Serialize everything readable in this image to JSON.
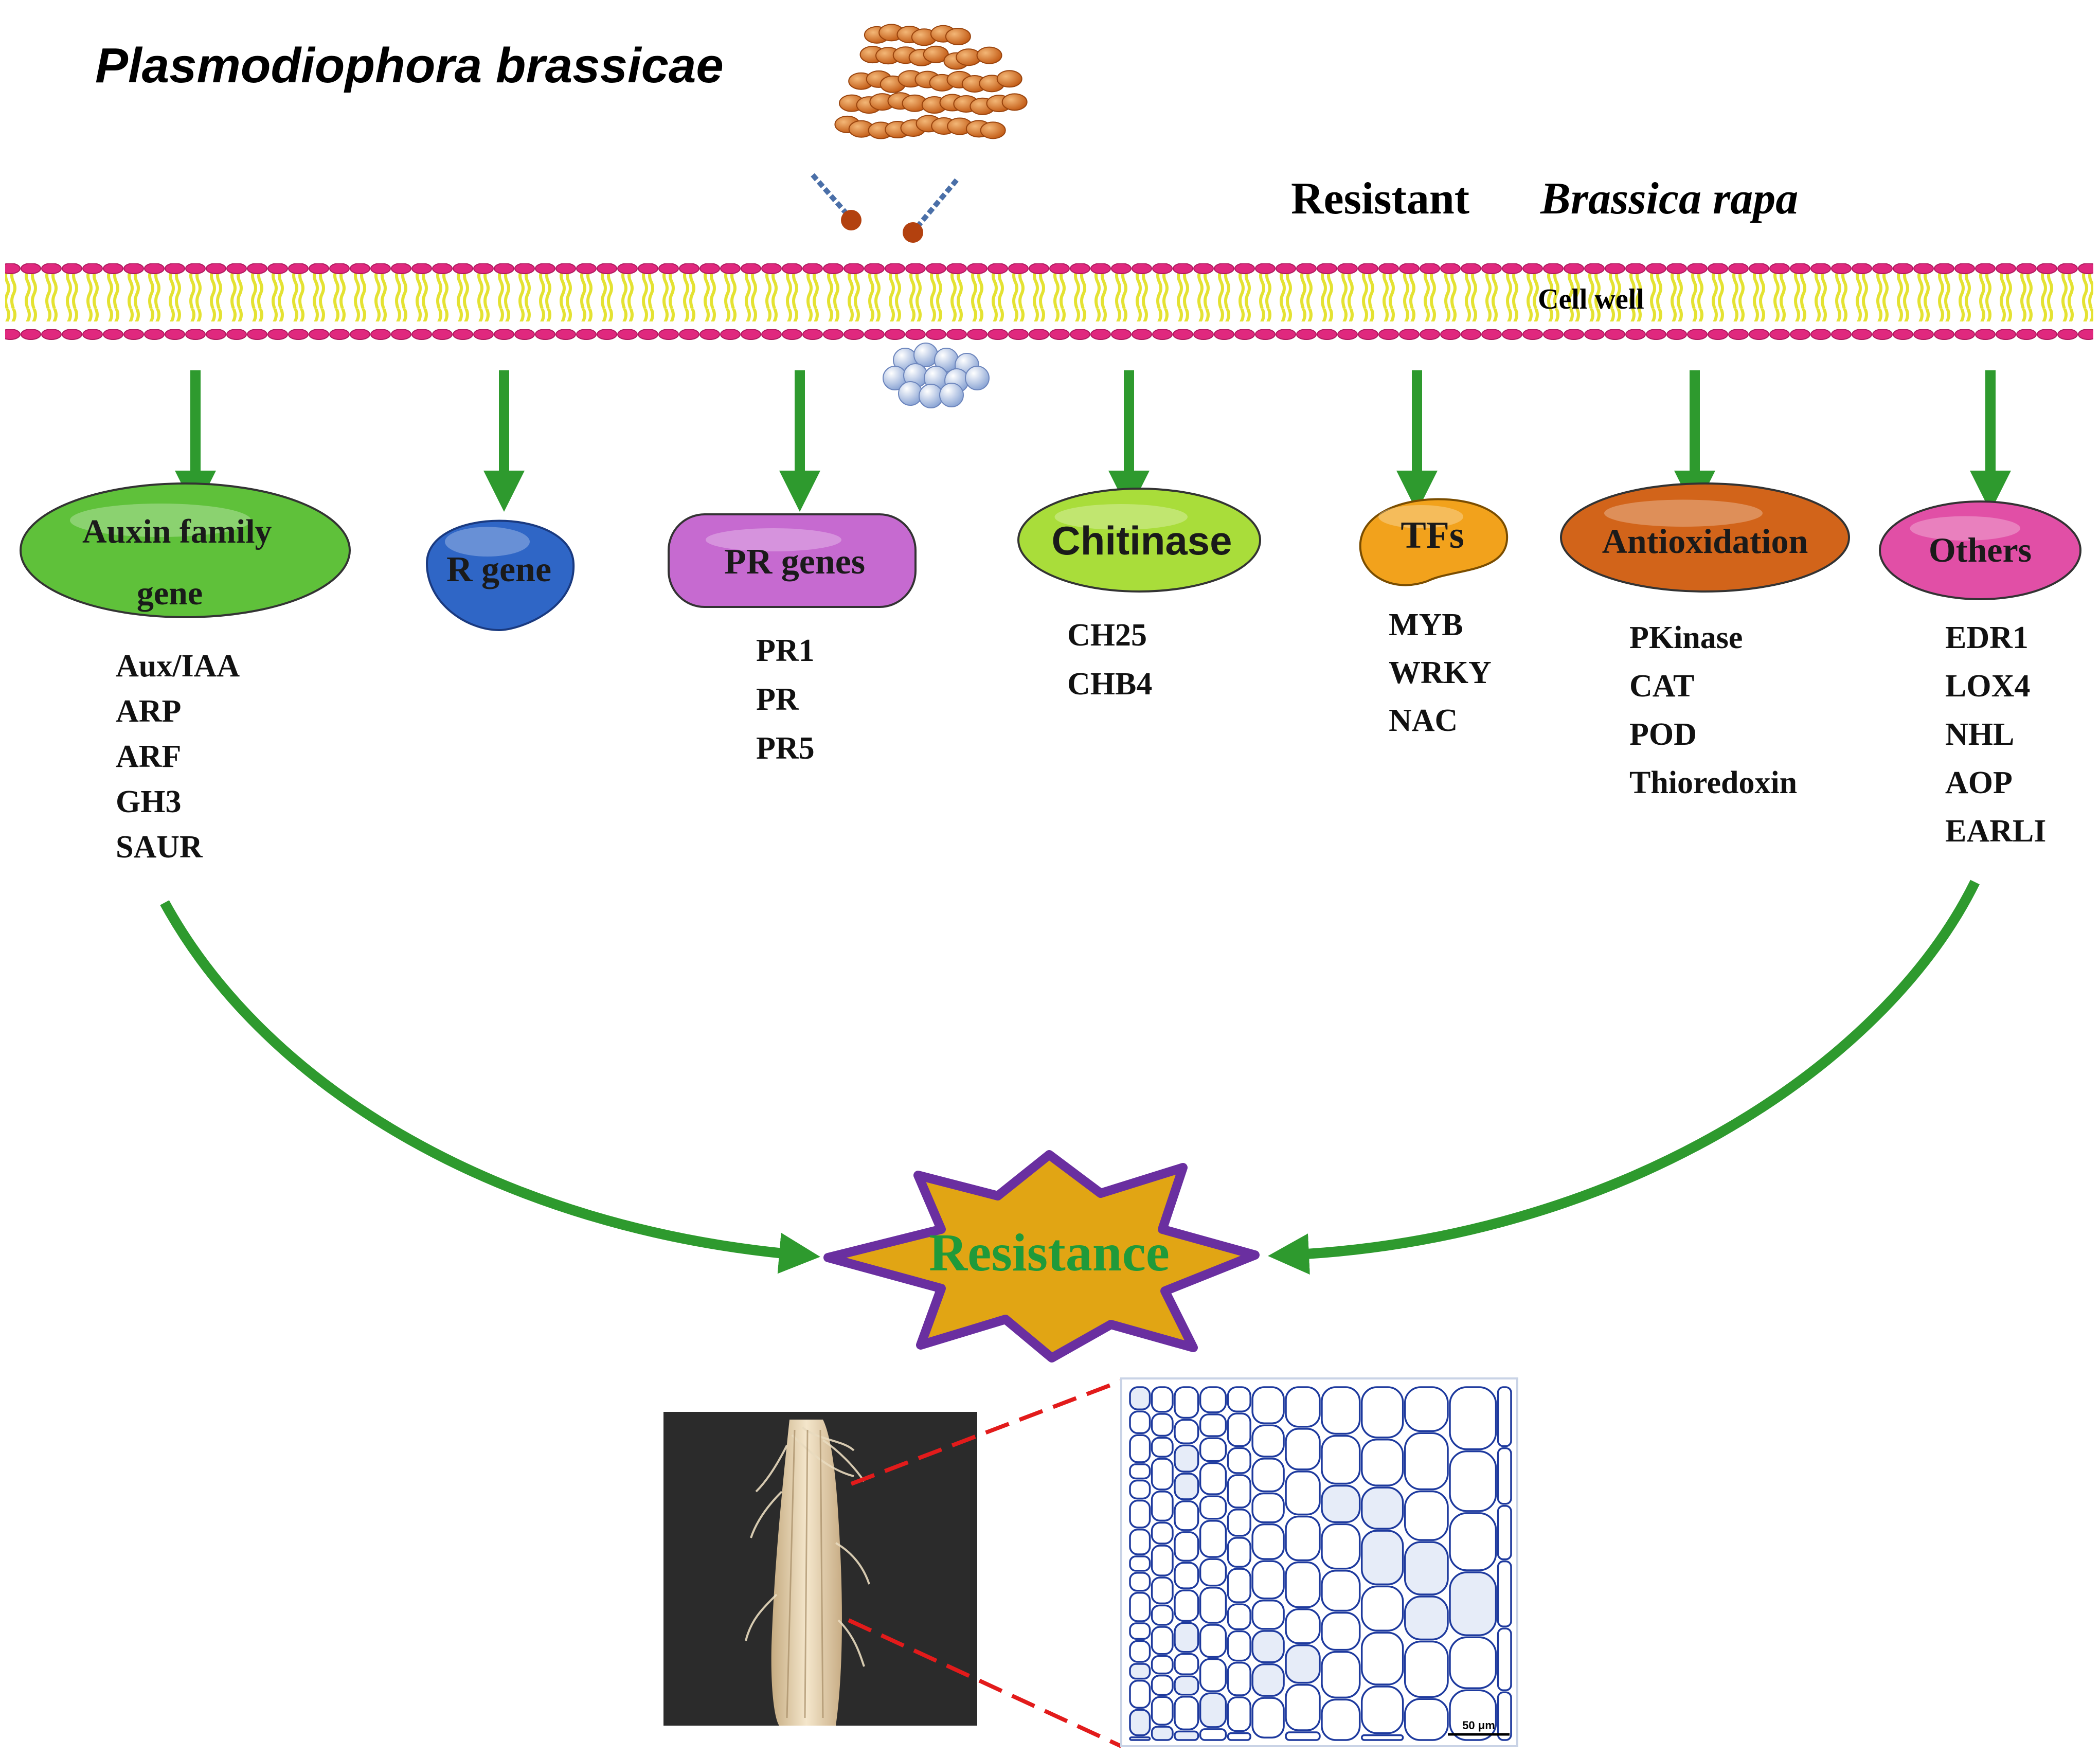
{
  "pathogen": {
    "name": "Plasmodiophora brassicae"
  },
  "host": {
    "prefix": "Resistant",
    "species": "Brassica rapa"
  },
  "membrane": {
    "label": "Cell well"
  },
  "categories": [
    {
      "label": "Auxin family",
      "label2": "gene",
      "color": "#5fc13a",
      "genes": [
        "Aux/IAA",
        "ARP",
        "ARF",
        "GH3",
        "SAUR"
      ]
    },
    {
      "label": "R gene",
      "color": "#2f66c6",
      "genes": []
    },
    {
      "label": "PR genes",
      "color": "#c66ad0",
      "genes": [
        "PR1",
        "PR",
        "PR5"
      ]
    },
    {
      "label": "Chitinase",
      "color": "#a9dd3a",
      "genes": [
        "CH25",
        "CHB4"
      ]
    },
    {
      "label": "TFs",
      "color": "#f2a21c",
      "genes": [
        "MYB",
        "WRKY",
        "NAC"
      ]
    },
    {
      "label": "Antioxidation",
      "color": "#d2641a",
      "genes": [
        "PKinase",
        "CAT",
        "POD",
        "Thioredoxin"
      ]
    },
    {
      "label": "Others",
      "color": "#e14fa6",
      "genes": [
        "EDR1",
        "LOX4",
        "NHL",
        "AOP",
        "EARLI"
      ]
    }
  ],
  "outcome": {
    "label": "Resistance"
  },
  "micrograph": {
    "scale_bar": "50 μm"
  },
  "colors": {
    "arrow_green": "#2e9a2e",
    "membrane_pink": "#e0287e",
    "membrane_yellow": "#f4f25a",
    "burst_fill": "#e1a514",
    "burst_outline": "#6a2fa0",
    "resistance_text": "#1f9a3a",
    "zoom_line": "#e21b1b"
  }
}
